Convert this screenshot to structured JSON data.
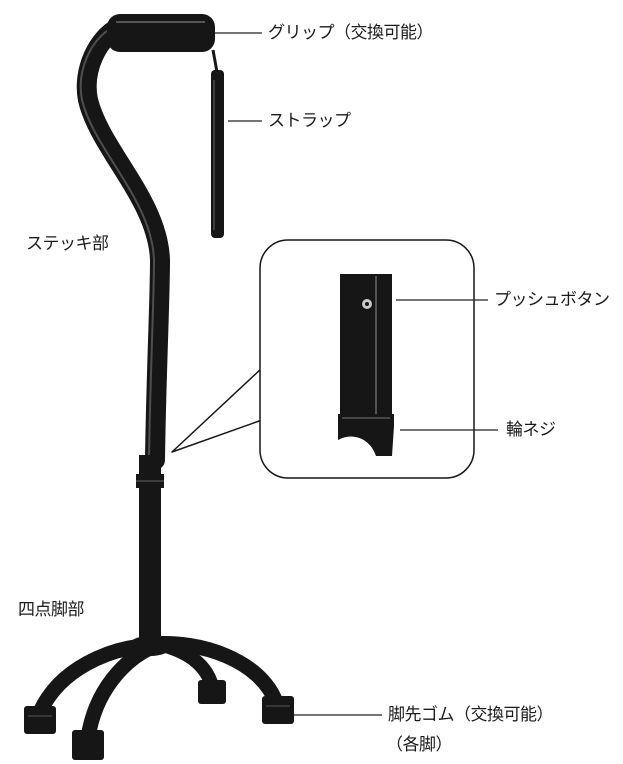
{
  "labels": {
    "grip": "グリップ（交換可能）",
    "strap": "ストラップ",
    "stick": "ステッキ部",
    "push_button": "プッシュボタン",
    "ring_screw": "輪ネジ",
    "base": "四点脚部",
    "foot_rubber": "脚先ゴム（交換可能）",
    "each_leg": "（各脚）"
  },
  "colors": {
    "body": "#161616",
    "line": "#222222",
    "background": "#ffffff"
  }
}
